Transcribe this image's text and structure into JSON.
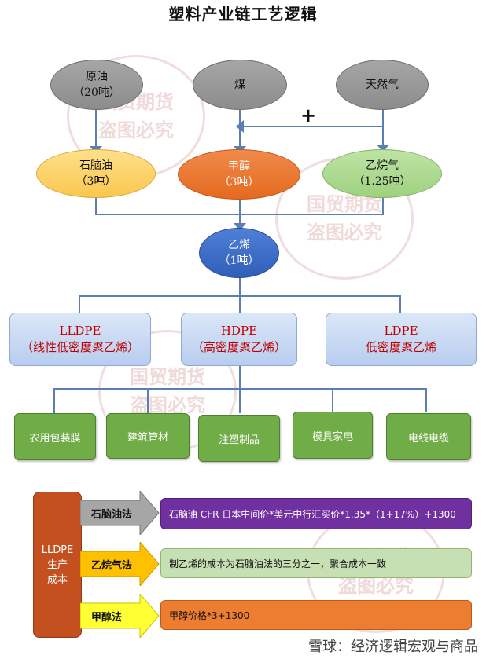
{
  "title": "塑料产业链工艺逻辑",
  "sources": {
    "crude": {
      "name": "原油",
      "qty": "（20吨）"
    },
    "coal": {
      "name": "煤"
    },
    "gas": {
      "name": "天然气"
    }
  },
  "plus_sign": "+",
  "intermediates": {
    "naphtha": {
      "name": "石脑油",
      "qty": "（3吨）"
    },
    "methanol": {
      "name": "甲醇",
      "qty": "（3吨）"
    },
    "ethane": {
      "name": "乙烷气",
      "qty": "（1.25吨）"
    }
  },
  "ethylene": {
    "name": "乙烯",
    "qty": "（1吨）"
  },
  "pe_types": [
    {
      "code": "LLDPE",
      "name": "（线性低密度聚乙烯）"
    },
    {
      "code": "HDPE",
      "name": "（高密度聚乙烯）"
    },
    {
      "code": "LDPE",
      "name": "低密度聚乙烯"
    }
  ],
  "applications": [
    "农用包装膜",
    "建筑管材",
    "注塑制品",
    "模具家电",
    "电线电缆"
  ],
  "cost": {
    "label_lines": [
      "LLDPE",
      "生产",
      "成本"
    ],
    "methods": [
      {
        "name": "石脑油法",
        "formula": "石脑油 CFR 日本中间价*美元中行汇买价*1.35*（1+17%）+1300"
      },
      {
        "name": "乙烷气法",
        "formula": "制乙烯的成本为石脑油法的三分之一，聚合成本一致"
      },
      {
        "name": "甲醇法",
        "formula": "甲醇价格*3+1300"
      }
    ]
  },
  "watermark": [
    "国贸期货",
    "盗图必究"
  ],
  "footer": "雪球：经济逻辑宏观与商品",
  "colors": {
    "line": "#5b7fb5",
    "app_green": "#70ad47",
    "cost_orange": "#c5501f"
  }
}
